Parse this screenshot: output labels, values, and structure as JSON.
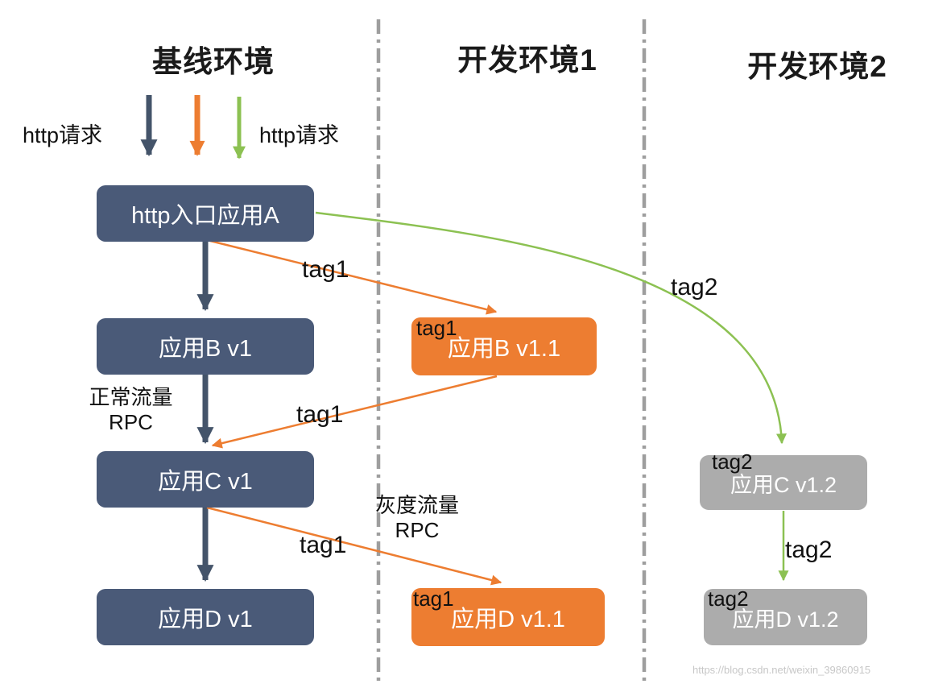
{
  "headers": {
    "baseline": "基线环境",
    "dev1": "开发环境1",
    "dev2": "开发环境2"
  },
  "request_labels": {
    "left": "http请求",
    "right": "http请求"
  },
  "nodes": {
    "entry_a": "http入口应用A",
    "app_b_v1": "应用B v1",
    "app_c_v1": "应用C v1",
    "app_d_v1": "应用D v1",
    "app_b_v1_1": "应用B v1.1",
    "app_d_v1_1": "应用D v1.1",
    "app_c_v1_2": "应用C v1.2",
    "app_d_v1_2": "应用D v1.2"
  },
  "edge_labels": {
    "a_to_b11": "tag1",
    "b11_to_c1": "tag1",
    "c1_to_d11": "tag1",
    "a_to_c12": "tag2",
    "c12_to_d12": "tag2"
  },
  "node_tags": {
    "b11": "tag1",
    "d11": "tag1",
    "c12": "tag2",
    "d12": "tag2"
  },
  "flow_labels": {
    "normal_title": "正常流量",
    "normal_sub": "RPC",
    "gray_title": "灰度流量",
    "gray_sub": "RPC"
  },
  "watermark": "https://blog.csdn.net/weixin_39860915",
  "colors": {
    "dark": "#44546A",
    "dark_node": "#4A5A78",
    "orange": "#ED7D31",
    "green": "#8CC152",
    "gray_node": "#ACACAC",
    "divider": "#9E9E9E"
  }
}
